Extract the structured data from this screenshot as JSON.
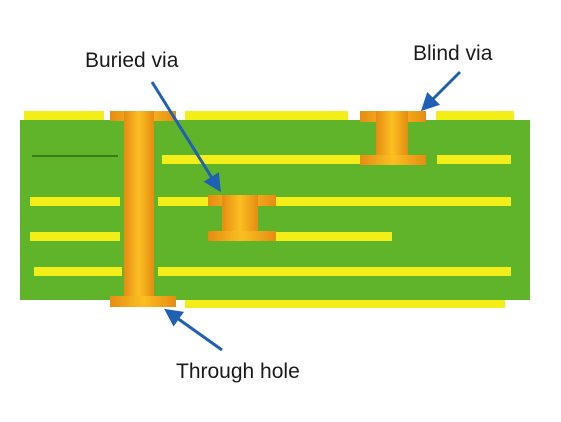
{
  "labels": {
    "buried_via": "Buried via",
    "blind_via": "Blind via",
    "through_hole": "Through hole"
  },
  "colors": {
    "substrate": "#5fb42a",
    "copper_trace": "#f3ee18",
    "via_copper_light": "#f8b81e",
    "via_copper_dark": "#e18a10",
    "arrow": "#1f5fb4",
    "text": "#1a1a1a"
  }
}
